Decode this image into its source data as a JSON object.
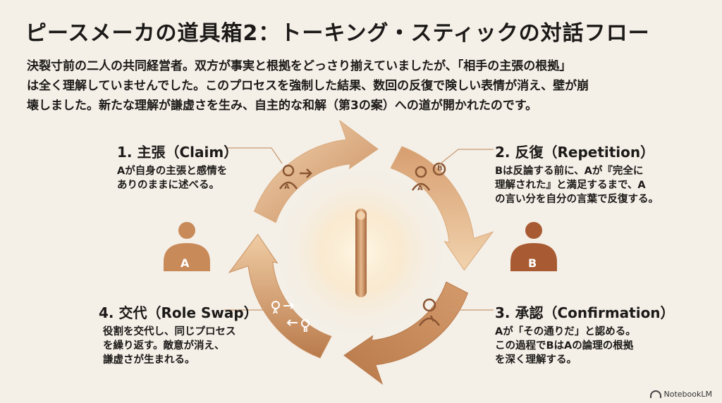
{
  "title": "ピースメーカの道具箱2：トーキング・スティックの対話フロー",
  "summary_lines": [
    "決裂寸前の二人の共同経営者。双方が事実と根拠をどっさり揃えていましたが、「相手の主張の根拠」",
    "は全く理解していませんでした。このプロセスを強制した結果、数回の反復で険しい表情が消え、壁が崩",
    "壊しました。新たな理解が謙虚さを生み、自主的な和解（第3の案）への道が開かれたのです。"
  ],
  "steps": [
    {
      "heading": "1. 主張（Claim）",
      "lines": [
        "Aが自身の主張と感情を",
        "ありのままに述べる。"
      ]
    },
    {
      "heading": "2. 反復（Repetition）",
      "lines": [
        "Bは反論する前に、Aが『完全に",
        "理解された』と満足するまで、A",
        "の言い分を自分の言葉で反復する。"
      ]
    },
    {
      "heading": "3. 承認（Confirmation）",
      "lines": [
        "Aが「その通りだ」と認める。",
        "この過程でBはAの論理の根拠",
        "を深く理解する。"
      ]
    },
    {
      "heading": "4. 交代（Role Swap）",
      "lines": [
        "役割を交代し、同じプロセス",
        "を繰り返す。敵意が消え、",
        "謙虚さが生まれる。"
      ]
    }
  ],
  "persons": {
    "left": "A",
    "right": "B"
  },
  "icon_labels": {
    "a": "A",
    "b": "B"
  },
  "footer": {
    "brand": "NotebookLM"
  },
  "colors": {
    "background": "#f4efe7",
    "arrow_light": "#f0cfa6",
    "arrow_dark": "#b97a4b",
    "person": "#c98a5a",
    "stick": "#c99064"
  }
}
